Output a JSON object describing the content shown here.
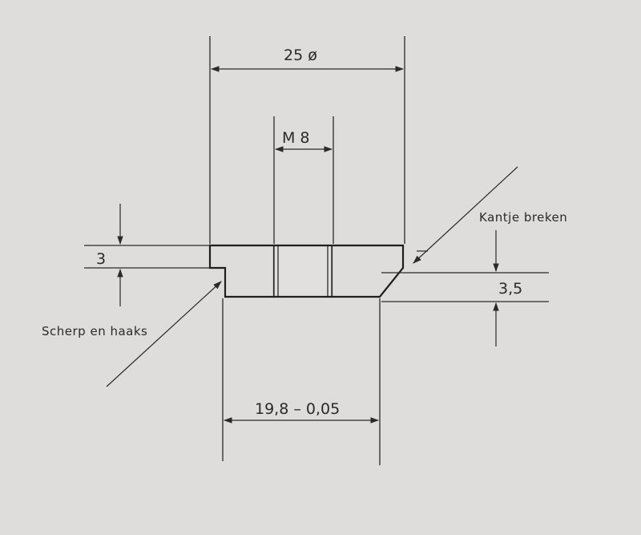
{
  "dimensions": {
    "outer_diameter": "25 ø",
    "thread": "M 8",
    "flange_thickness": "3",
    "body_height": "3,5",
    "spigot_diameter": "19,8 – 0,05"
  },
  "notes": {
    "edge_break": "Kantje breken",
    "sharp_square": "Scherp en haaks"
  },
  "colors": {
    "paper": "#dedddb",
    "ink": "#2a2a2a"
  }
}
